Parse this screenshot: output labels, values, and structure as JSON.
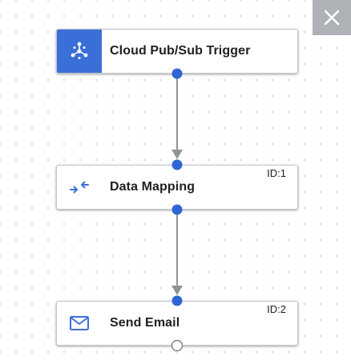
{
  "canvas": {
    "close_label": "Close"
  },
  "nodes": [
    {
      "label": "Cloud Pub/Sub Trigger",
      "id_label": "",
      "icon": "pubsub-icon"
    },
    {
      "label": "Data Mapping",
      "id_label": "ID:1",
      "icon": "data-mapping-icon"
    },
    {
      "label": "Send Email",
      "id_label": "ID:2",
      "icon": "email-icon"
    }
  ],
  "colors": {
    "accent": "#3b6fd8",
    "connector": "#8f9498",
    "close_button_bg": "#aeb2b6"
  }
}
